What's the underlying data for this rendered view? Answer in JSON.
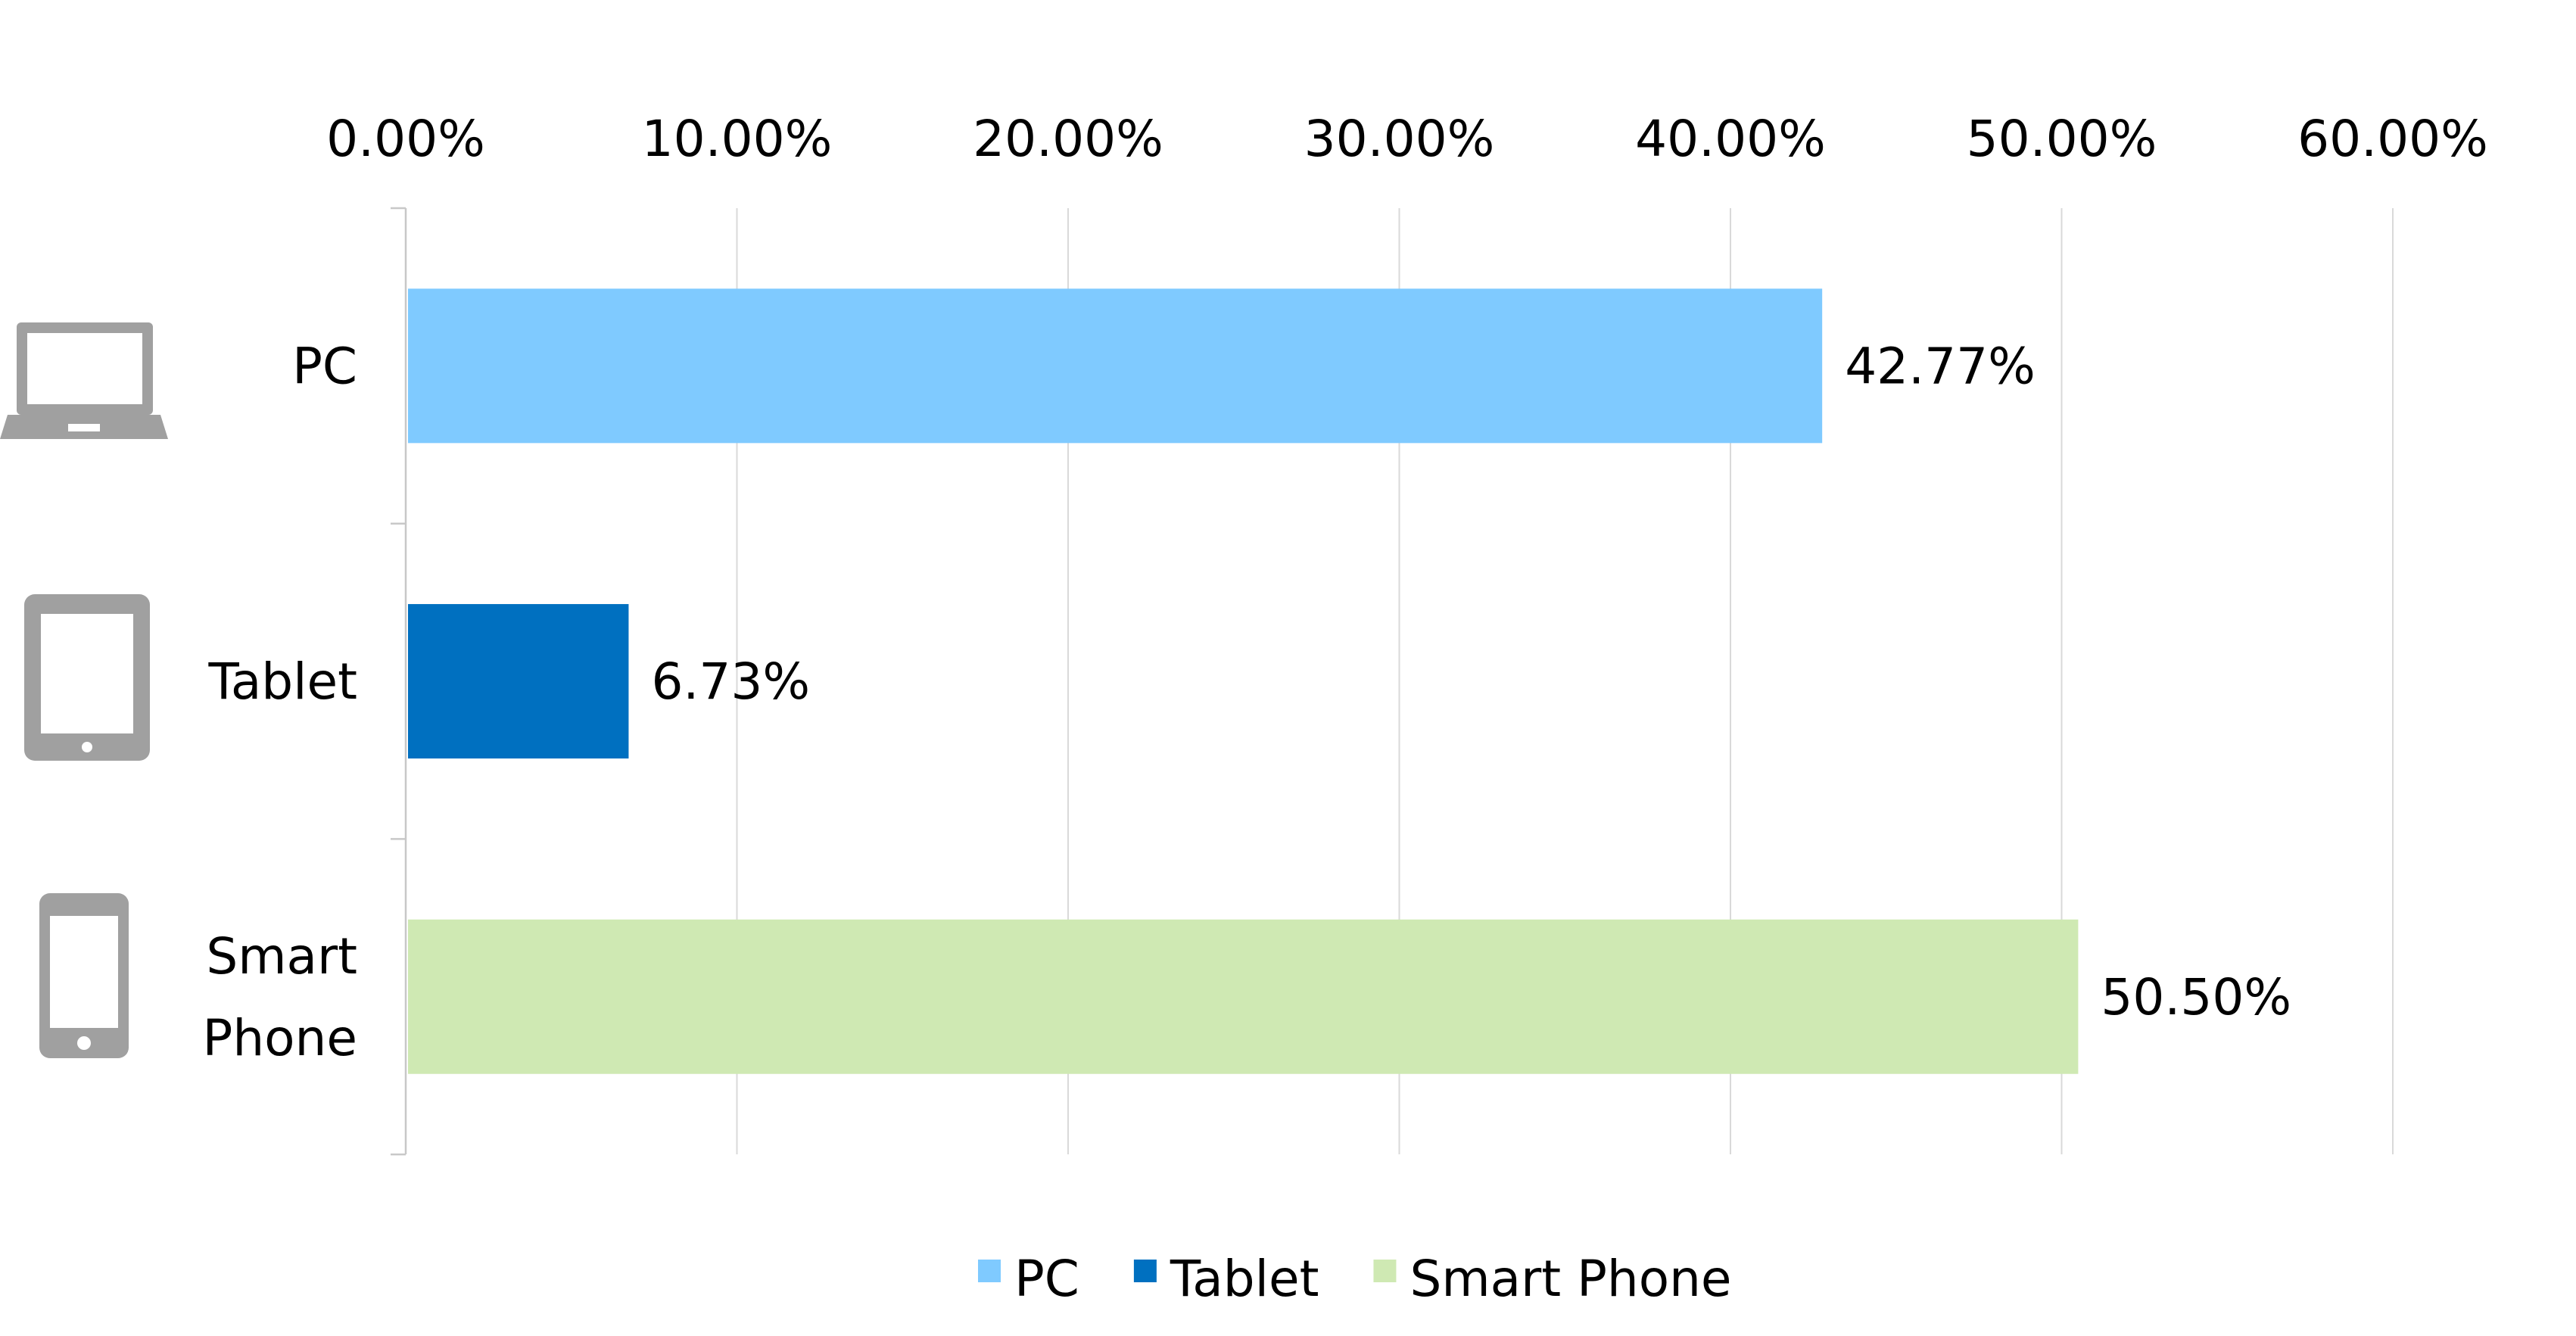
{
  "chart_data": {
    "type": "bar",
    "orientation": "horizontal",
    "categories": [
      "PC",
      "Tablet",
      "Smart Phone"
    ],
    "category_lines": [
      [
        "PC"
      ],
      [
        "Tablet"
      ],
      [
        "Smart",
        "Phone"
      ]
    ],
    "category_icons": [
      "laptop-icon",
      "tablet-icon",
      "smartphone-icon"
    ],
    "values": [
      42.77,
      6.73,
      50.5
    ],
    "value_labels": [
      "42.77%",
      "6.73%",
      "50.50%"
    ],
    "colors": [
      "#7fcaff",
      "#0070c0",
      "#cfe9b3"
    ],
    "xlim": [
      0,
      60
    ],
    "xticks": [
      0,
      10,
      20,
      30,
      40,
      50,
      60
    ],
    "xtick_labels": [
      "0.00%",
      "10.00%",
      "20.00%",
      "30.00%",
      "40.00%",
      "50.00%",
      "60.00%"
    ],
    "x_axis_position": "top",
    "grid": true,
    "gridline_color": "#d9d9d9",
    "icon_color": "#a0a0a0",
    "legend": {
      "position": "bottom",
      "entries": [
        "PC",
        "Tablet",
        "Smart Phone"
      ]
    },
    "title": "",
    "xlabel": "",
    "ylabel": ""
  }
}
